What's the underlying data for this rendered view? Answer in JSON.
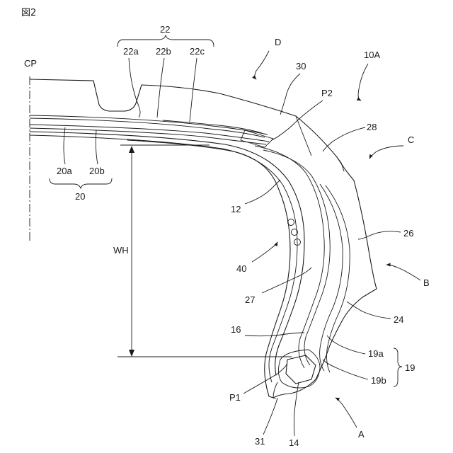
{
  "figure": {
    "title": "図2"
  },
  "labels": {
    "cp": "CP",
    "t22": "22",
    "t22a": "22a",
    "t22b": "22b",
    "t22c": "22c",
    "tD": "D",
    "t10A": "10A",
    "t30": "30",
    "tP2": "P2",
    "t28": "28",
    "tC": "C",
    "t20a": "20a",
    "t20b": "20b",
    "t20": "20",
    "t12": "12",
    "t26": "26",
    "tWH": "WH",
    "t40": "40",
    "tB": "B",
    "t27": "27",
    "t24": "24",
    "t16": "16",
    "t19a": "19a",
    "t19": "19",
    "t19b": "19b",
    "tP1": "P1",
    "t31": "31",
    "t14": "14",
    "tA": "A"
  }
}
